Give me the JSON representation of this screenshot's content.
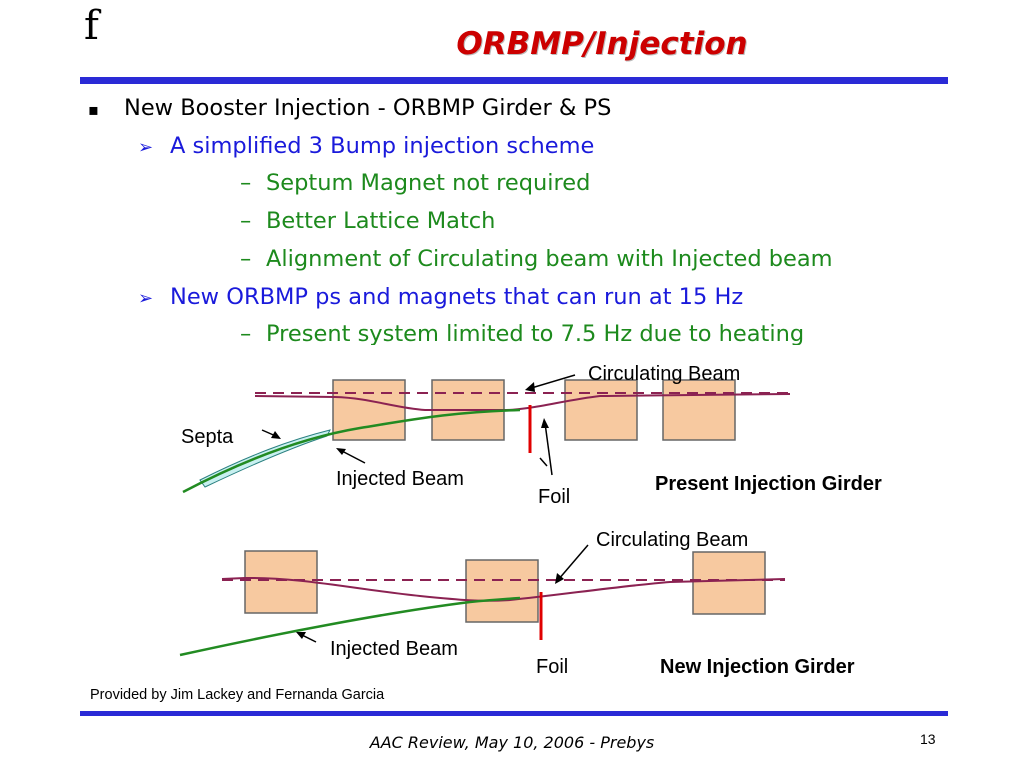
{
  "slide": {
    "logo": "f",
    "title": "ORBMP/Injection",
    "bullet_square": "▪",
    "bullet_arrow": "➢",
    "bullet_dash": "–",
    "bullets": [
      "New Booster Injection - ORBMP Girder & PS",
      "A simplified 3 Bump injection scheme",
      "Septum Magnet not required",
      "Better Lattice Match",
      "Alignment of Circulating beam with Injected beam",
      "New ORBMP ps and magnets that can run at 15 Hz",
      "Present system limited to 7.5 Hz due to heating"
    ],
    "credit": "Provided by Jim Lackey and Fernanda Garcia",
    "footer": "AAC Review, May 10, 2006 - Prebys",
    "page_number": "13"
  },
  "diagram": {
    "top": {
      "circulating_beam": "Circulating Beam",
      "septa": "Septa",
      "injected_beam": "Injected Beam",
      "foil": "Foil",
      "caption": "Present Injection Girder"
    },
    "bottom": {
      "circulating_beam": "Circulating Beam",
      "injected_beam": "Injected Beam",
      "foil": "Foil",
      "caption": "New Injection Girder"
    },
    "colors": {
      "magnet_fill": "#f7c9a0",
      "magnet_stroke": "#666666",
      "circulating": "#8b2252",
      "injected": "#228b22",
      "foil": "#e00000",
      "septa_fill": "#c8f0f0"
    }
  }
}
